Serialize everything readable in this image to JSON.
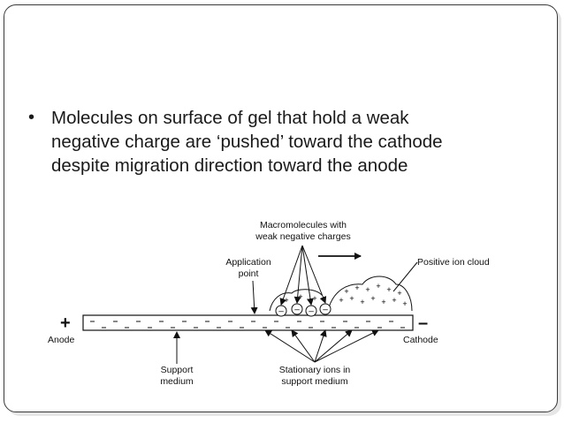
{
  "bullet": {
    "symbol": "•",
    "lines": [
      "Molecules on surface of gel that hold a weak",
      "negative charge are ‘pushed’ toward the cathode",
      "despite migration direction toward the anode"
    ]
  },
  "diagram": {
    "macromolecules_label": [
      "Macromolecules with",
      "weak negative charges"
    ],
    "application_label": [
      "Application",
      "point"
    ],
    "positive_cloud_label": "Positive ion cloud",
    "anode_sign": "+",
    "anode_label": "Anode",
    "cathode_sign": "–",
    "cathode_label": "Cathode",
    "support_label": [
      "Support",
      "medium"
    ],
    "stationary_label": [
      "Stationary ions in",
      "support medium"
    ],
    "plus_glyph": "+",
    "minus_glyph": "–"
  }
}
